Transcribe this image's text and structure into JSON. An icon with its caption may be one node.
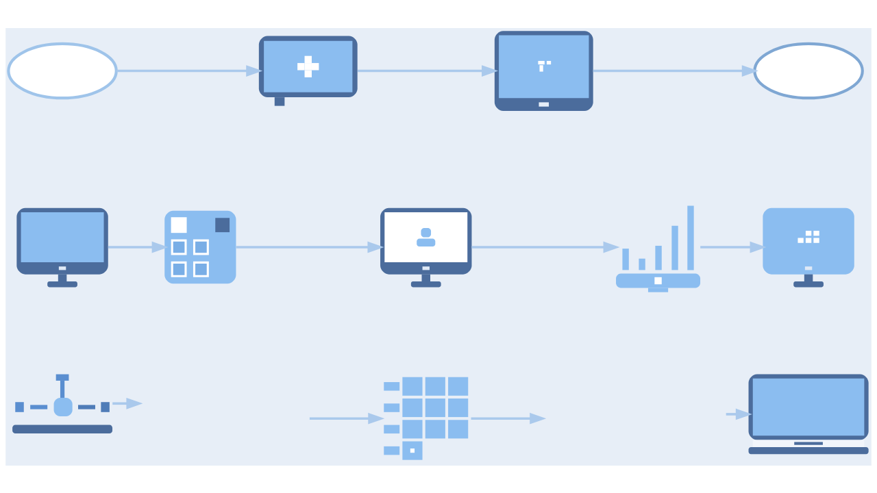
{
  "diagram": {
    "nodes": [
      {
        "text": [],
        "shape": "cloud"
      },
      {
        "text": [],
        "shape": "bubble"
      },
      {
        "text": [],
        "shape": "tablet"
      },
      {
        "text": [],
        "shape": "cloud"
      },
      {
        "text": [],
        "shape": "monitor"
      },
      {
        "text": [],
        "shape": "document"
      },
      {
        "text": [],
        "shape": "monitor"
      },
      {
        "text": [],
        "shape": "chart"
      },
      {
        "text": [],
        "shape": "monitor"
      },
      {
        "text": [],
        "shape": "picture"
      },
      {
        "text": [],
        "shape": "grid"
      },
      {
        "text": [],
        "shape": "laptop"
      }
    ],
    "edges": [
      {
        "from": 0,
        "to": 1,
        "arrow": "to"
      },
      {
        "from": 1,
        "to": 2,
        "arrow": "to"
      },
      {
        "from": 2,
        "to": 3,
        "arrow": "to"
      },
      {
        "from": 4,
        "to": 5,
        "arrow": "to"
      },
      {
        "from": 5,
        "to": 6,
        "arrow": "to"
      },
      {
        "from": 6,
        "to": 7,
        "arrow": "to"
      },
      {
        "from": 7,
        "to": 8,
        "arrow": "to"
      },
      {
        "from": 9,
        "to": null,
        "arrow": "to"
      },
      {
        "from": 10,
        "to": null,
        "arrow": "to"
      },
      {
        "from": null,
        "to": 10,
        "arrow": "to"
      },
      {
        "from": null,
        "to": 11,
        "arrow": "to"
      }
    ]
  }
}
